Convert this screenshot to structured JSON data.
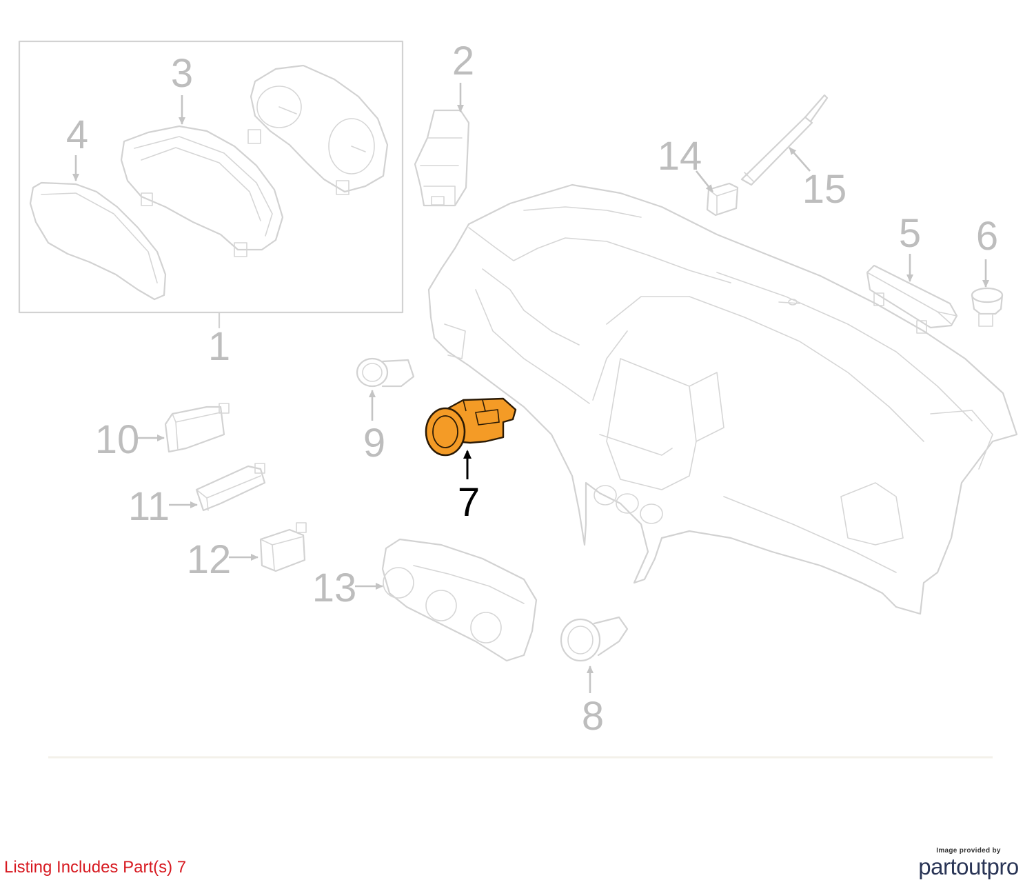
{
  "colors": {
    "highlight_fill": "#f49b26",
    "highlight_stroke": "#2b1a05",
    "line_art": "#d2d2d2",
    "label_gray": "#bdbdbd",
    "listing_red": "#d71920",
    "brand_navy": "#2a3556"
  },
  "labels": {
    "p1": "1",
    "p2": "2",
    "p3": "3",
    "p4": "4",
    "p5": "5",
    "p6": "6",
    "p7": "7",
    "p8": "8",
    "p9": "9",
    "p10": "10",
    "p11": "11",
    "p12": "12",
    "p13": "13",
    "p14": "14",
    "p15": "15"
  },
  "highlighted_part": "7",
  "listing_text": "Listing Includes Part(s) 7",
  "credit": {
    "caption": "Image provided by",
    "brand": "partoutpro"
  }
}
